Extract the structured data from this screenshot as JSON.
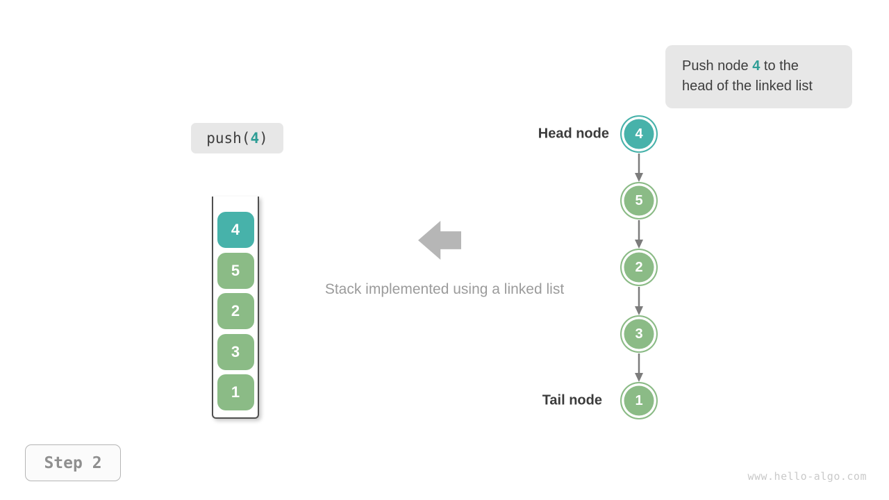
{
  "info_box": {
    "line1_pre": "Push node ",
    "value": "4",
    "line1_post": " to the",
    "line2": "head of the linked list"
  },
  "push_call": {
    "prefix": "push(",
    "arg": "4",
    "suffix": ")"
  },
  "stack": {
    "items": [
      "4",
      "5",
      "2",
      "3",
      "1"
    ],
    "highlight_index": 0
  },
  "big_arrow": {
    "direction": "left"
  },
  "caption": "Stack implemented using a linked list",
  "linked_list": {
    "nodes": [
      "4",
      "5",
      "2",
      "3",
      "1"
    ],
    "highlight_index": 0,
    "head_label": "Head node",
    "tail_label": "Tail node"
  },
  "step_badge": "Step 2",
  "watermark": "www.hello-algo.com",
  "colors": {
    "highlight_teal": "#47b2aa",
    "node_green": "#8bbb86",
    "accent_text": "#2e9d95",
    "badge_bg": "#e7e7e7",
    "arrow_gray": "#b6b6b6",
    "connector_gray": "#7c7c7c",
    "caption_gray": "#9b9b9b"
  }
}
